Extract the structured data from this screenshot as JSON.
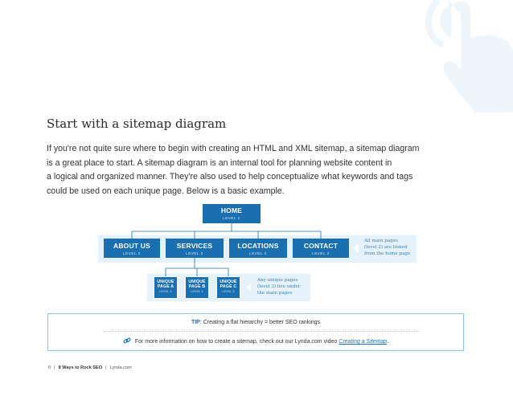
{
  "title": "Start with a sitemap diagram",
  "intro": [
    "If you're not quite sure where to begin with creating an HTML and XML sitemap, a sitemap diagram",
    "is a great place to start. A sitemap diagram is an internal tool for planning website content in",
    "a logical and organized manner. They're also used to help conceptualize what keywords and tags",
    "could be used on each unique page. Below is a basic example."
  ],
  "diagram": {
    "home": {
      "label": "HOME",
      "level": "LEVEL 1"
    },
    "level2": [
      {
        "label": "ABOUT US",
        "level": "LEVEL 2"
      },
      {
        "label": "SERVICES",
        "level": "LEVEL 2"
      },
      {
        "label": "LOCATIONS",
        "level": "LEVEL 2"
      },
      {
        "label": "CONTACT",
        "level": "LEVEL 2"
      }
    ],
    "level3": [
      {
        "label1": "UNIQUE",
        "label2": "PAGE A",
        "level": "LEVEL 3"
      },
      {
        "label1": "UNIQUE",
        "label2": "PAGE B",
        "level": "LEVEL 3"
      },
      {
        "label1": "UNIQUE",
        "label2": "PAGE C",
        "level": "LEVEL 3"
      }
    ],
    "note_main": [
      "All main pages",
      "(level 2) are linked",
      "from the home page"
    ],
    "note_unique": [
      "Any unique pages",
      "(level 3) live under",
      "the main pages"
    ]
  },
  "tip": {
    "label": "TIP",
    "text": ": Creating a flat hierarchy = better SEO rankings"
  },
  "more_info": {
    "text": "For more information on how to create a sitemap, check out our Lynda.com video ",
    "link": "Creating a Sitemap",
    "end": "."
  },
  "footer": {
    "page": "6",
    "book": "8 Ways to Rock SEO",
    "site": "Lynda.com"
  },
  "colors": {
    "accent": "#1a6fb1",
    "band": "#e6f2fb",
    "hand": "#eef6fc"
  }
}
